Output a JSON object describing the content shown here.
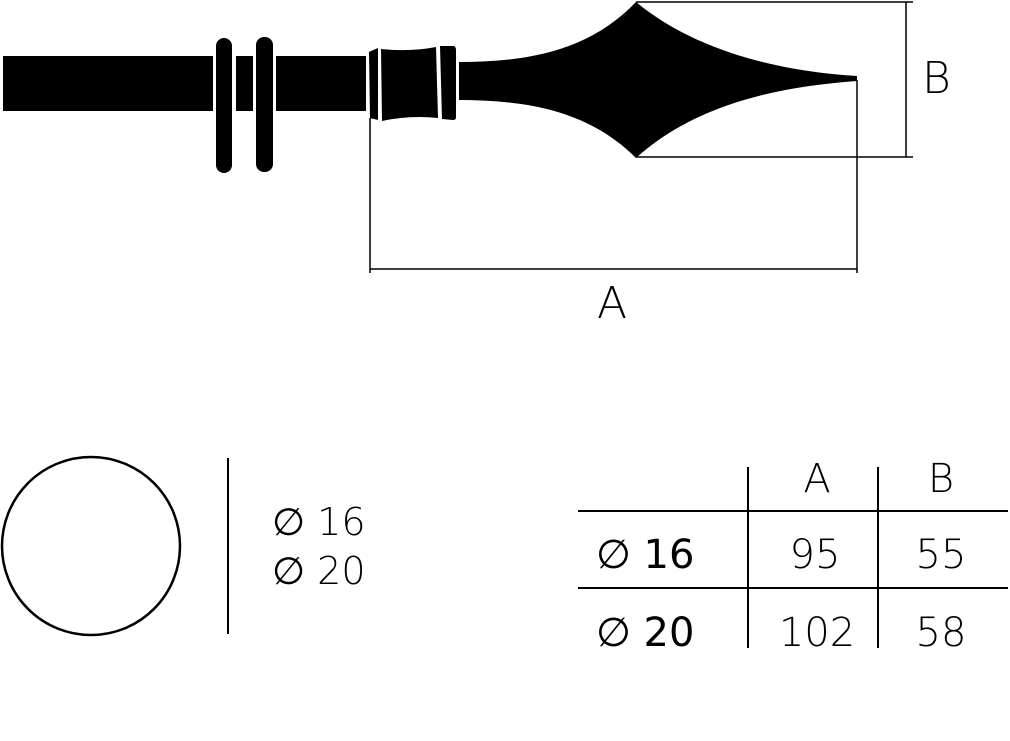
{
  "drawing": {
    "dimension_a_label": "A",
    "dimension_b_label": "B",
    "color": "#000000"
  },
  "section": {
    "diameters": [
      "∅ 16",
      "∅ 20"
    ]
  },
  "table": {
    "headers": [
      "",
      "A",
      "B"
    ],
    "rows": [
      {
        "label": "∅ 16",
        "a": "95",
        "b": "55"
      },
      {
        "label": "∅ 20",
        "a": "102",
        "b": "58"
      }
    ]
  }
}
